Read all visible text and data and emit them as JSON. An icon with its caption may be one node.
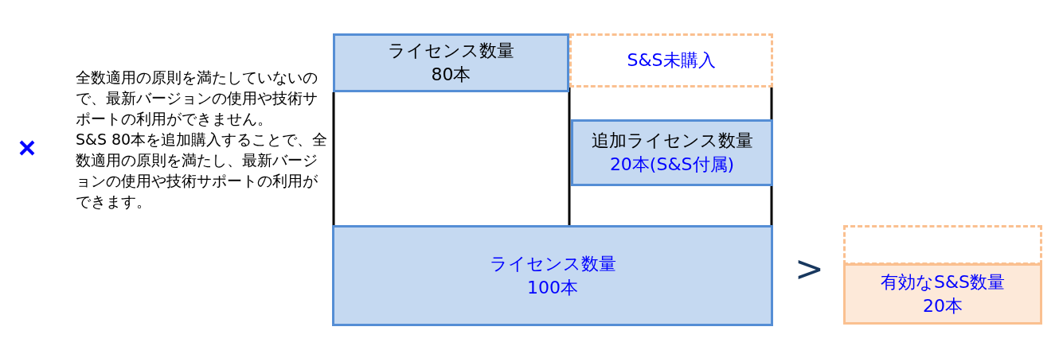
{
  "diagram": {
    "nodes": [
      {
        "text": [
          "ライセンス数量",
          "80本"
        ]
      },
      {
        "text": [
          "S&S未購入"
        ]
      },
      {
        "text": [
          "追加ライセンス数量",
          "20本(S&S付属)"
        ]
      },
      {
        "text": [
          "ライセンス数量",
          "100本"
        ]
      },
      {
        "text": [],
        "shape": "box"
      },
      {
        "text": [
          "有効なS&S数量",
          "20本"
        ]
      }
    ],
    "edges": [],
    "labels": [
      "全数適用の原則を満たしていないので、最新バージョンの使用や技術サポートの利用ができません。",
      "S&S 80本を追加購入することで、全数適用の原則を満たし、最新バージョンの使用や技術サポートの利用ができます。",
      ">"
    ]
  }
}
